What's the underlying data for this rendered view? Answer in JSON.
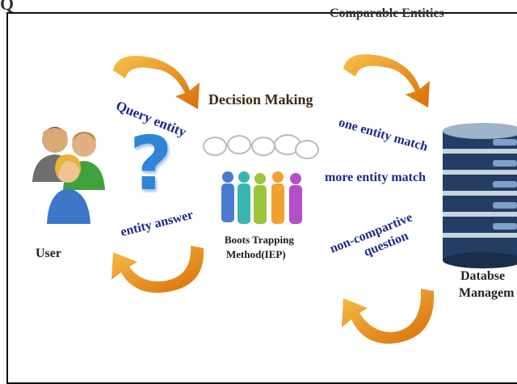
{
  "header": {
    "title_stub": "Q",
    "top_label": "Comparable Entities"
  },
  "center": {
    "title": "Decision Making",
    "method_line1": "Boots Trapping",
    "method_line2": "Method(IEP)"
  },
  "user": {
    "label": "User"
  },
  "flow": {
    "query": "Query entity",
    "answer": "entity answer",
    "one_match": "one entity match",
    "more_match": "more entity match",
    "noncomp_line1": "non-compartive",
    "noncomp_line2": "question"
  },
  "database": {
    "line1": "Databse",
    "line2": "Managem"
  },
  "colors": {
    "arrow_orange": "#f19a1a",
    "text_blue": "#1d2a8a",
    "db_blue": "#2a4d7a"
  }
}
